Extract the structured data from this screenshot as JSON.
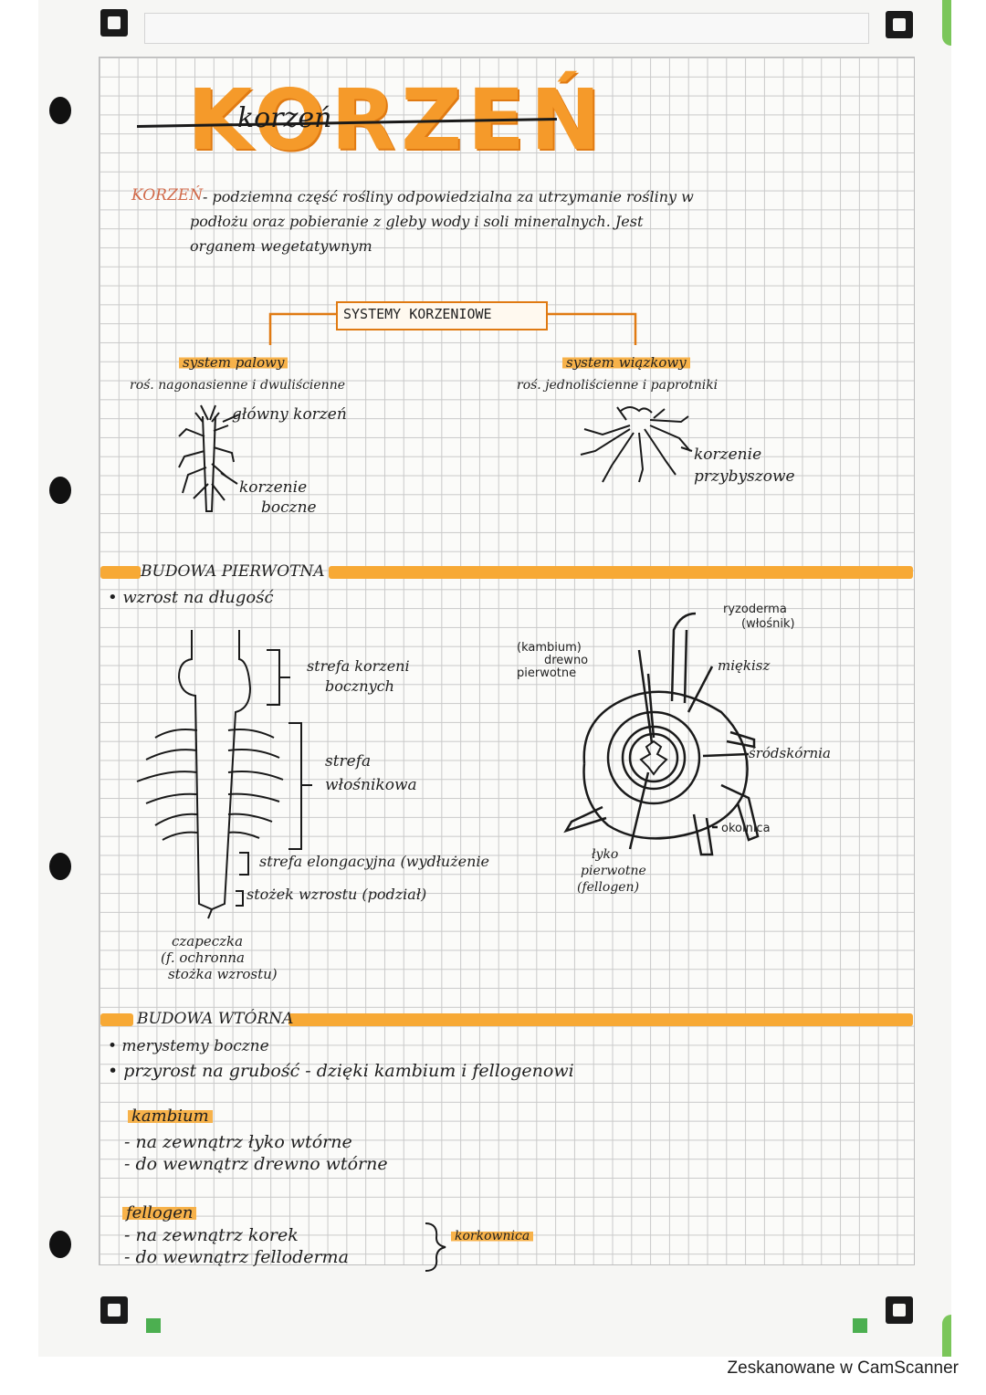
{
  "title": "KORZEŃ",
  "title_script": "korzeń",
  "definition": {
    "term": "KORZEŃ",
    "line1": "- podziemna część rośliny odpowiedzialna za utrzymanie rośliny w",
    "line2": "podłożu oraz pobieranie z gleby wody i soli mineralnych. Jest",
    "line3": "organem wegetatywnym"
  },
  "root_systems": {
    "header": "SYSTEMY KORZENIOWE",
    "tap": {
      "label": "system palowy",
      "plants": "roś. nagonasienne i dwuliścienne",
      "main_root": "główny korzeń",
      "side_roots": "korzenie",
      "side_roots2": "boczne"
    },
    "fibrous": {
      "label": "system wiązkowy",
      "plants": "roś. jednoliścienne i paprotniki",
      "roots": "korzenie",
      "roots2": "przybyszowe"
    }
  },
  "primary": {
    "header": "BUDOWA PIERWOTNA",
    "bullet": "• wzrost na długość",
    "zone_lateral": "strefa korzeni",
    "zone_lateral2": "bocznych",
    "zone_hair": "strefa",
    "zone_hair2": "włośnikowa",
    "zone_elong": "strefa elongacyjna (wydłużenie",
    "zone_tip": "stożek wzrostu (podział)",
    "cap": "czapeczka",
    "cap2": "(f. ochronna",
    "cap3": "stożka wzrostu)",
    "cross": {
      "rhizoderm": "ryzoderma",
      "rhizoderm2": "(włośnik)",
      "cambium": "(kambium)",
      "xylem": "drewno",
      "xylem2": "pierwotne",
      "cortex": "miękisz",
      "endoderm": "śródskórnia",
      "pericycle": "okolnica",
      "phloem": "łyko",
      "phloem2": "pierwotne",
      "phellogen": "(fellogen)"
    }
  },
  "secondary": {
    "header": "BUDOWA WTÓRNA",
    "bullet1": "• merystemy boczne",
    "bullet2": "• przyrost na grubość - dzięki kambium i fellogenowi",
    "cambium": {
      "label": "kambium",
      "out": "- na zewnątrz łyko wtórne",
      "in": "- do wewnątrz drewno wtórne"
    },
    "phellogen": {
      "label": "fellogen",
      "out": "- na zewnątrz korek",
      "in": "- do wewnątrz felloderma",
      "group": "korkownica"
    }
  },
  "footer": "Zeskanowane w CamScanner",
  "colors": {
    "accent": "#f7a935",
    "grid": "#c9c9c9",
    "ink": "#1f1f1f"
  }
}
